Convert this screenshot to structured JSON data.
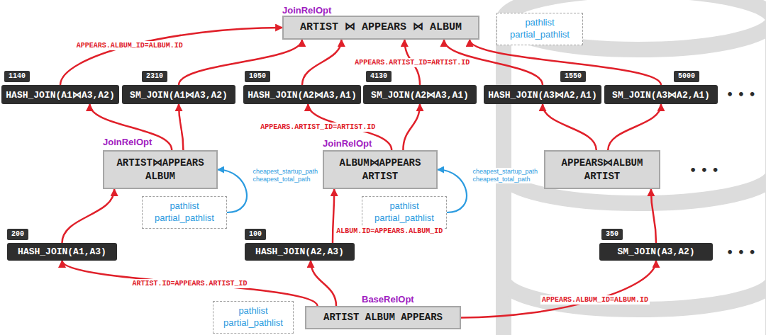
{
  "diagram": {
    "nodes": [
      {
        "text": [
          "JoinRelOpt",
          "ARTIST ⋈ APPEARS ⋈ ALBUM"
        ]
      },
      {
        "text": [
          "pathlist partial_pathlist"
        ]
      },
      {
        "text": [
          "1140",
          "HASH_JOIN(A1⋈A3,A2)"
        ]
      },
      {
        "text": [
          "2310",
          "SM_JOIN(A1⋈A3,A2)"
        ]
      },
      {
        "text": [
          "1050",
          "HASH_JOIN(A2⋈A3,A1)"
        ]
      },
      {
        "text": [
          "4130",
          "SM_JOIN(A2⋈A3,A1)"
        ]
      },
      {
        "text": [
          "1550",
          "HASH_JOIN(A3⋈A2,A1)"
        ]
      },
      {
        "text": [
          "5000",
          "SM_JOIN(A3⋈A2,A1)"
        ]
      },
      {
        "text": [
          "JoinRelOpt",
          "ARTIST⋈APPEARS ALBUM"
        ]
      },
      {
        "text": [
          "JoinRelOpt",
          "ALBUM⋈APPEARS ARTIST"
        ]
      },
      {
        "text": [
          "APPEARS⋈ALBUM ARTIST"
        ]
      },
      {
        "text": [
          "pathlist partial_pathlist"
        ]
      },
      {
        "text": [
          "pathlist partial_pathlist"
        ]
      },
      {
        "text": [
          "200",
          "HASH_JOIN(A1,A3)"
        ]
      },
      {
        "text": [
          "100",
          "HASH_JOIN(A2,A3)"
        ]
      },
      {
        "text": [
          "350",
          "SM_JOIN(A3,A2)"
        ]
      },
      {
        "text": [
          "pathlist partial_pathlist"
        ]
      },
      {
        "text": [
          "BaseRelOpt",
          "ARTIST ALBUM APPEARS"
        ]
      }
    ],
    "edges": [
      {
        "from": 17,
        "to": 13,
        "arrow": "to",
        "label": "ARTIST.ID=APPEARS.ARTIST_ID"
      },
      {
        "from": 17,
        "to": 14,
        "arrow": "to"
      },
      {
        "from": 17,
        "to": 15,
        "arrow": "to",
        "label": "APPEARS.ALBUM_ID=ALBUM.ID"
      },
      {
        "from": 13,
        "to": 8,
        "arrow": "to"
      },
      {
        "from": 14,
        "to": 9,
        "arrow": "to",
        "label": "ALBUM.ID=APPEARS.ALBUM_ID"
      },
      {
        "from": 15,
        "to": 10,
        "arrow": "to"
      },
      {
        "from": 8,
        "to": 2,
        "arrow": "to"
      },
      {
        "from": 8,
        "to": 3,
        "arrow": "to"
      },
      {
        "from": 9,
        "to": 4,
        "arrow": "to",
        "label": "APPEARS.ARTIST_ID=ARTIST.ID"
      },
      {
        "from": 9,
        "to": 5,
        "arrow": "to"
      },
      {
        "from": 10,
        "to": 6,
        "arrow": "to"
      },
      {
        "from": 10,
        "to": 7,
        "arrow": "to"
      },
      {
        "from": 2,
        "to": 0,
        "arrow": "to",
        "label": "APPEARS.ALBUM_ID=ALBUM.ID"
      },
      {
        "from": 3,
        "to": 0,
        "arrow": "to"
      },
      {
        "from": 4,
        "to": 0,
        "arrow": "to"
      },
      {
        "from": 5,
        "to": 0,
        "arrow": "to",
        "label": "APPEARS.ARTIST_ID=ARTIST.ID"
      },
      {
        "from": 6,
        "to": 0,
        "arrow": "to"
      },
      {
        "from": 7,
        "to": 0,
        "arrow": "to"
      },
      {
        "from": 11,
        "to": 8,
        "arrow": "to",
        "label": "cheapest_startup_path cheapest_total_path"
      },
      {
        "from": 12,
        "to": 9,
        "arrow": "to",
        "label": "cheapest_startup_path cheapest_total_path"
      }
    ],
    "labels": [
      "• • •",
      "• • •",
      "• • •"
    ]
  }
}
